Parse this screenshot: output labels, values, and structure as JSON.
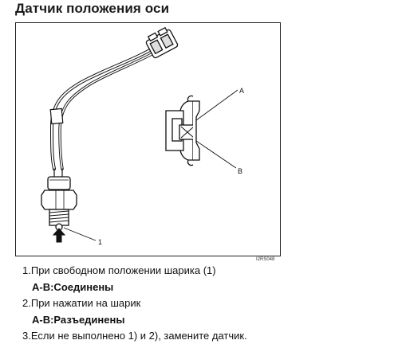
{
  "title": "Датчик положения оси",
  "figure": {
    "labels": {
      "a": "A",
      "b": "B",
      "part1": "1"
    },
    "code": "I2RS048"
  },
  "steps": [
    {
      "num": "1.",
      "text": "При свободном положении шарика (1)",
      "result": "A-B:Соединены"
    },
    {
      "num": "2.",
      "text": "При нажатии на шарик",
      "result": "A-B:Разъединены"
    },
    {
      "num": "3.",
      "text": "Если не выполнено 1) и 2), замените датчик.",
      "result": ""
    }
  ]
}
